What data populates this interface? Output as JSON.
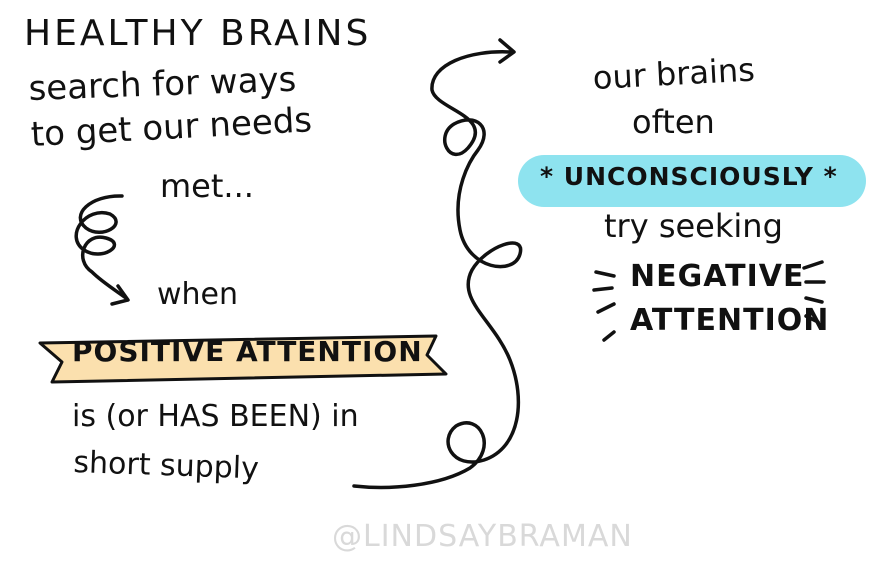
{
  "left": {
    "title": "HEALTHY BRAINS",
    "line1": "search for ways",
    "line2": "to get our needs",
    "line3": "met...",
    "when": "when",
    "banner": "POSITIVE ATTENTION",
    "line_is": "is (or HAS BEEN) in",
    "line_short": "short supply"
  },
  "right": {
    "line1": "our brains",
    "line2": "often",
    "highlight": "UNCONSCIOUSLY",
    "line3": "try seeking",
    "neg1": "NEGATIVE",
    "neg2": "ATTENTION"
  },
  "watermark": "@LINDSAYBRAMAN",
  "colors": {
    "ink": "#111111",
    "banner_fill": "#fbe0ae",
    "highlight_fill": "#8ee3ef",
    "watermark": "#d9d9d9",
    "background": "#ffffff"
  }
}
